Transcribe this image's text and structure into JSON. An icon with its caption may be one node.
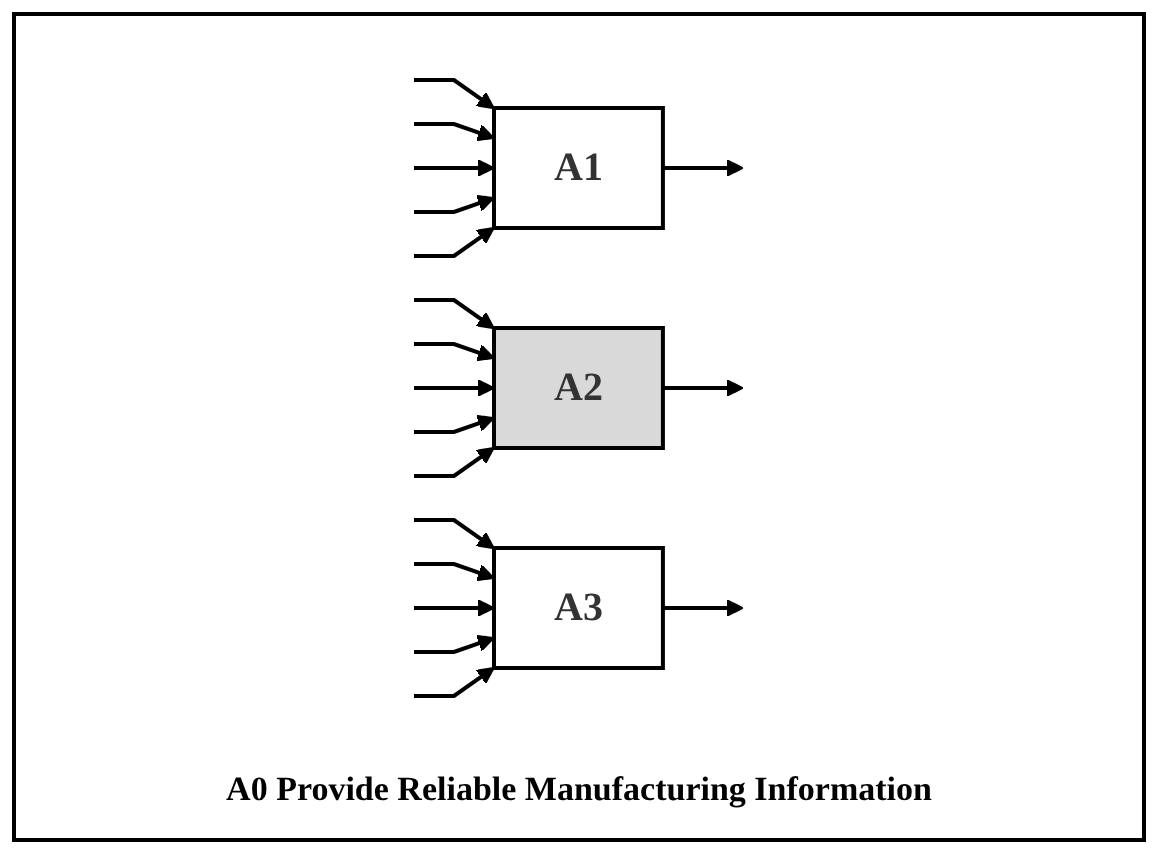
{
  "diagram": {
    "caption": "A0 Provide Reliable Manufacturing Information",
    "nodes": [
      {
        "text": [
          "A1"
        ]
      },
      {
        "text": [
          "A2"
        ]
      },
      {
        "text": [
          "A3"
        ]
      }
    ],
    "edges": [
      {
        "from": null,
        "to": 0,
        "arrow": "to"
      },
      {
        "from": null,
        "to": 1,
        "arrow": "to"
      },
      {
        "from": null,
        "to": 2,
        "arrow": "to"
      },
      {
        "from": null,
        "to": 0,
        "arrow": "to"
      },
      {
        "from": null,
        "to": 1,
        "arrow": "to"
      },
      {
        "from": null,
        "to": 2,
        "arrow": "to"
      },
      {
        "from": null,
        "to": 0,
        "arrow": "to"
      },
      {
        "from": null,
        "to": 1,
        "arrow": "to"
      },
      {
        "from": null,
        "to": 2,
        "arrow": "to"
      },
      {
        "from": null,
        "to": 0,
        "arrow": "to"
      },
      {
        "from": null,
        "to": 1,
        "arrow": "to"
      },
      {
        "from": null,
        "to": 2,
        "arrow": "to"
      },
      {
        "from": null,
        "to": 0,
        "arrow": "to"
      },
      {
        "from": null,
        "to": 1,
        "arrow": "to"
      },
      {
        "from": null,
        "to": 2,
        "arrow": "to"
      },
      {
        "from": 0,
        "to": null,
        "arrow": "to"
      },
      {
        "from": 1,
        "to": null,
        "arrow": "to"
      },
      {
        "from": 2,
        "to": null,
        "arrow": "to"
      }
    ]
  }
}
